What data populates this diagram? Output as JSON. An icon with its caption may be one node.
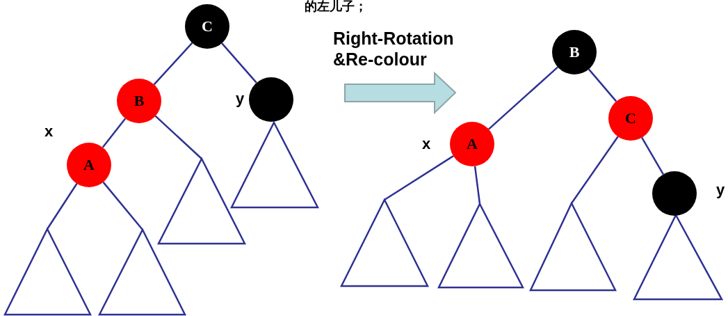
{
  "diagram": {
    "nodes": [
      {
        "text": [
          "C"
        ]
      },
      {
        "text": [
          "B"
        ]
      },
      {
        "text": [],
        "shape": "circle",
        "beside": [
          "y"
        ]
      },
      {
        "text": [
          "A"
        ],
        "beside": [
          "x"
        ]
      },
      {
        "text": [],
        "shape": "triangle"
      },
      {
        "text": [],
        "shape": "triangle"
      },
      {
        "text": [],
        "shape": "triangle"
      },
      {
        "text": [],
        "shape": "triangle"
      },
      {
        "text": [
          "B"
        ]
      },
      {
        "text": [
          "A"
        ],
        "beside": [
          "x"
        ]
      },
      {
        "text": [
          "C"
        ]
      },
      {
        "text": [],
        "shape": "circle",
        "beside": [
          "y"
        ]
      },
      {
        "text": [],
        "shape": "triangle"
      },
      {
        "text": [],
        "shape": "triangle"
      },
      {
        "text": [],
        "shape": "triangle"
      },
      {
        "text": [],
        "shape": "triangle"
      }
    ],
    "edges": [
      {
        "from": 0,
        "to": 1,
        "arrow": "none"
      },
      {
        "from": 0,
        "to": 2,
        "arrow": "none"
      },
      {
        "from": 1,
        "to": 3,
        "arrow": "none"
      },
      {
        "from": 1,
        "to": 6,
        "arrow": "none"
      },
      {
        "from": 3,
        "to": 4,
        "arrow": "none"
      },
      {
        "from": 3,
        "to": 5,
        "arrow": "none"
      },
      {
        "from": 8,
        "to": 9,
        "arrow": "none"
      },
      {
        "from": 8,
        "to": 10,
        "arrow": "none"
      },
      {
        "from": 9,
        "to": 12,
        "arrow": "none"
      },
      {
        "from": 9,
        "to": 13,
        "arrow": "none"
      },
      {
        "from": 10,
        "to": 14,
        "arrow": "none"
      },
      {
        "from": 10,
        "to": 11,
        "arrow": "none"
      }
    ],
    "labels": [
      "的左儿子；",
      "Right-Rotation &Re-colour"
    ]
  }
}
